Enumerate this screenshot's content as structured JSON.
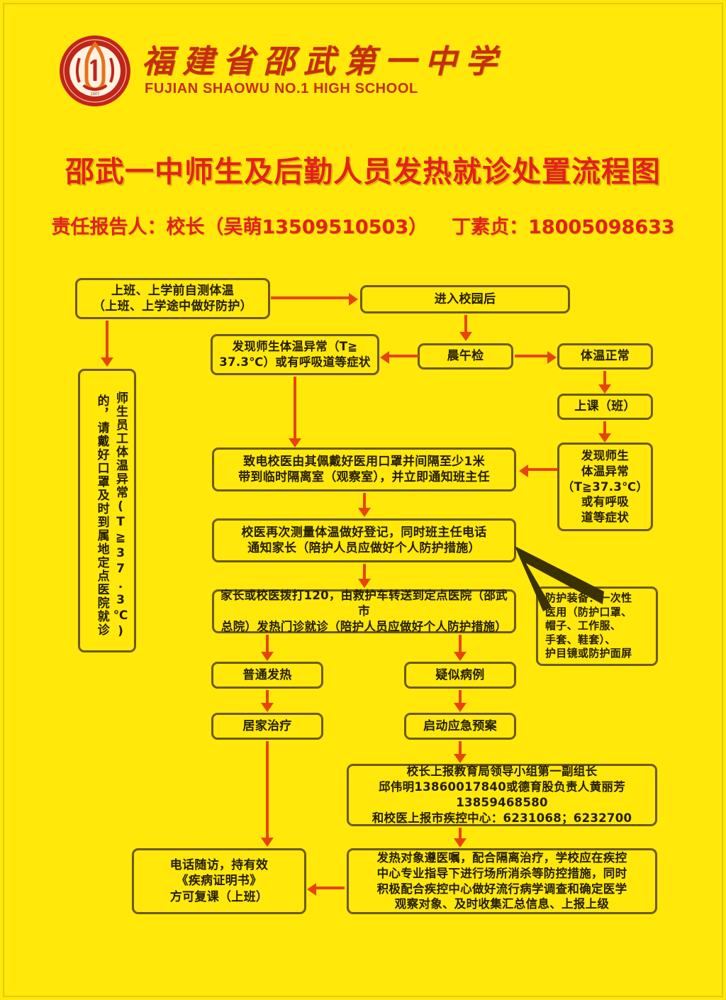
{
  "header": {
    "logo_name": "school-crest",
    "school_name_cn": "福建省邵武第一中学",
    "school_name_en": "FUJIAN SHAOWU NO.1 HIGH SCHOOL"
  },
  "titles": {
    "main": "邵武一中师生及后勤人员发热就诊处置流程图",
    "sub_left": "责任报告人：校长（吴萌13509510503）",
    "sub_right": "丁素贞：18005098633"
  },
  "colors": {
    "background": "#ffe80a",
    "title_red": "#e2231a",
    "logo_red": "#c62d0f",
    "box_border": "#6b5a08",
    "arrow": "#e8430b",
    "box_text": "#241d00"
  },
  "flow": {
    "self_check": "上班、上学前自测体温\n（上班、上学途中做好防护）",
    "enter_campus": "进入校园后",
    "abnormal_found": "发现师生体温异常（T≧\n37.3℃）或有呼吸道等症状",
    "morning_noon_check": "晨午检",
    "normal_temp": "体温正常",
    "attend_class": "上课（班）",
    "abnormal_right": "发现师生\n体温异常\n（T≧37.3℃）\n或有呼吸\n道等症状",
    "staff_abnormal_vertical": "师生员工体温异常(T≧37.3℃)的，请戴好口罩及时到属地定点医院就诊",
    "call_school_doctor": "致电校医由其佩戴好医用口罩并间隔至少1米\n带到临时隔离室（观察室），并立即通知班主任",
    "remeasure_register": "校医再次测量体温做好登记，同时班主任电话\n通知家长（陪护人员应做好个人防护措施）",
    "protective_gear": "防护装备：一次性\n医用（防护口罩、\n帽子、工作服、\n手套、鞋套）、\n护目镜或防护面屏",
    "call_120": "家长或校医拨打120，由救护车转送到定点医院（邵武市\n总院）发热门诊就诊（陪护人员应做好个人防护措施）",
    "common_fever": "普通发热",
    "suspected_case": "疑似病例",
    "home_treatment": "居家治疗",
    "start_emergency_plan": "启动应急预案",
    "report_chain": "校长上报教育局领导小组第一副组长\n邱伟明13860017840或德育股负责人黄丽芳13859468580\n和校医上报市疾控中心：6231068；6232700",
    "follow_up": "电话随访，持有效\n《疾病证明书》\n方可复课（上班）",
    "cdc_cooperation": "发热对象遵医嘱，配合隔离治疗，学校应在疾控\n中心专业指导下进行场所消杀等防控措施，同时\n积极配合疾控中心做好流行病学调查和确定医学\n观察对象、及时收集汇总信息、上报上级"
  }
}
